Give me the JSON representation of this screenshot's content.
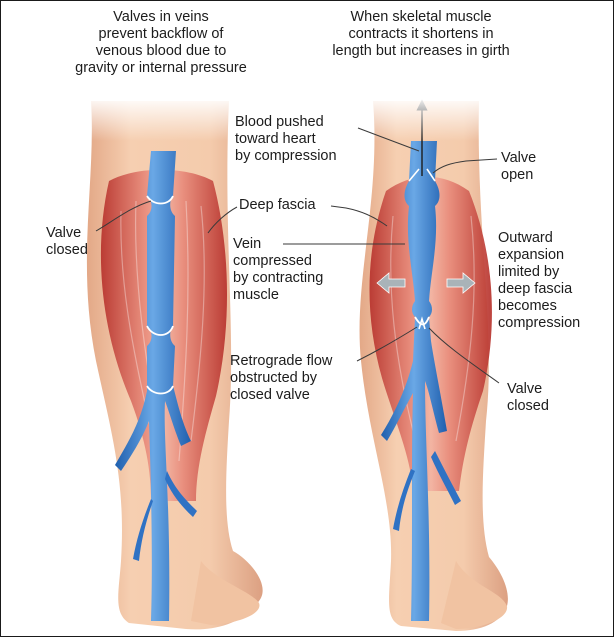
{
  "captions": {
    "left_heading": "Valves in veins\nprevent backflow of\nvenous blood due to\ngravity or internal pressure",
    "right_heading": "When skeletal muscle\ncontracts it shortens in\nlength but increases in girth"
  },
  "labels": {
    "valve_closed_left": "Valve\nclosed",
    "deep_fascia": "Deep fascia",
    "vein_compressed": "Vein\ncompressed\nby contracting\nmuscle",
    "retrograde_flow": "Retrograde flow\nobstructed by\nclosed valve",
    "blood_pushed": "Blood pushed\ntoward heart\nby compression",
    "valve_open": "Valve\nopen",
    "outward_expansion": "Outward\nexpansion\nlimited by\ndeep fascia\nbecomes\ncompression",
    "valve_closed_right": "Valve\nclosed"
  },
  "colors": {
    "skin": "#f3c7a6",
    "skin_shadow": "#e2a987",
    "muscle": "#c9413a",
    "muscle_light": "#e98a7b",
    "vein": "#2f72c4",
    "vein_light": "#5f9ee0",
    "leader": "#3a3a3a",
    "arrow_gray": "#a9b3b8"
  }
}
